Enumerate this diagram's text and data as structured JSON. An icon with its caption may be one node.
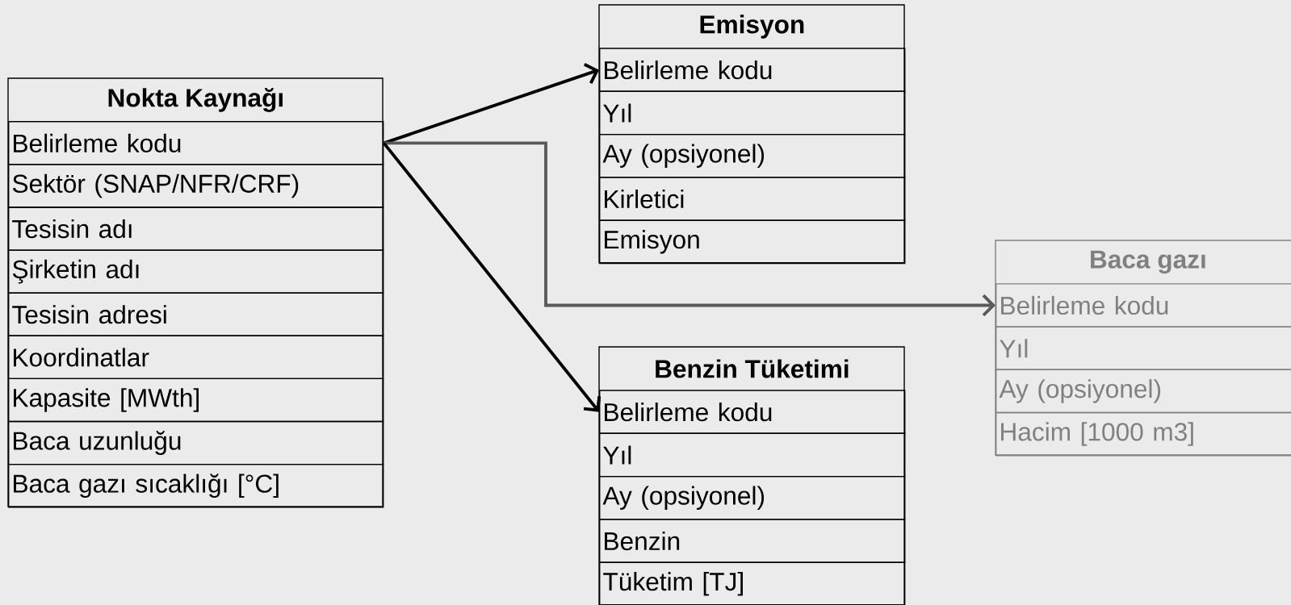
{
  "diagram": {
    "nodes": [
      {
        "text": [
          "Nokta Kaynağı"
        ]
      },
      {
        "text": [
          "Belirleme kodu"
        ],
        "in": 0
      },
      {
        "text": [
          "Sektör  (SNAP/NFR/CRF)"
        ],
        "in": 0
      },
      {
        "text": [
          "Tesisin adı"
        ],
        "in": 0
      },
      {
        "text": [
          "Şirketin adı"
        ],
        "in": 0
      },
      {
        "text": [
          "Tesisin adresi"
        ],
        "in": 0
      },
      {
        "text": [
          "Koordinatlar"
        ],
        "in": 0
      },
      {
        "text": [
          "Kapasite [MWth]"
        ],
        "in": 0
      },
      {
        "text": [
          "Baca uzunluğu"
        ],
        "in": 0
      },
      {
        "text": [
          "Baca gazı sıcaklığı [°C]"
        ],
        "in": 0
      },
      {
        "text": [
          "Emisyon"
        ]
      },
      {
        "text": [
          "Belirleme kodu"
        ],
        "in": 10
      },
      {
        "text": [
          "Yıl"
        ],
        "in": 10
      },
      {
        "text": [
          "Ay (opsiyonel)"
        ],
        "in": 10
      },
      {
        "text": [
          "Kirletici"
        ],
        "in": 10
      },
      {
        "text": [
          "Emisyon"
        ],
        "in": 10
      },
      {
        "text": [
          "Baca gazı"
        ]
      },
      {
        "text": [
          "Belirleme kodu"
        ],
        "in": 16
      },
      {
        "text": [
          "Yıl"
        ],
        "in": 16
      },
      {
        "text": [
          "Ay  (opsiyonel)"
        ],
        "in": 16
      },
      {
        "text": [
          "Hacim  [1000 m3]"
        ],
        "in": 16
      },
      {
        "text": [
          "Benzin Tüketimi"
        ]
      },
      {
        "text": [
          "Belirleme kodu"
        ],
        "in": 21
      },
      {
        "text": [
          "Yıl"
        ],
        "in": 21
      },
      {
        "text": [
          "Ay  (opsiyonel)"
        ],
        "in": 21
      },
      {
        "text": [
          "Benzin"
        ],
        "in": 21
      },
      {
        "text": [
          "Tüketim [TJ]"
        ],
        "in": 21
      }
    ],
    "edges": [
      {
        "from": 1,
        "to": 11,
        "arrow": "to"
      },
      {
        "from": 1,
        "to": 17,
        "arrow": "to",
        "color": "#595959"
      },
      {
        "from": 1,
        "to": 22,
        "arrow": "to"
      }
    ]
  }
}
